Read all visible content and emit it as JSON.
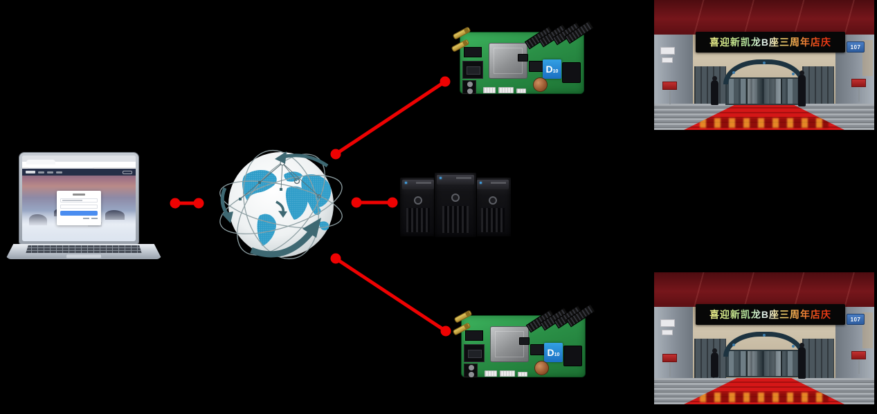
{
  "diagram": {
    "kind": "led-cloud-control-topology",
    "nodes": {
      "laptop": "control-pc-browser-login",
      "internet": "internet-globe",
      "server": "cloud-media-server",
      "controller_1": "led-controller-card",
      "controller_2": "led-controller-card",
      "display_1": "led-screen-site-photo",
      "display_2": "led-screen-site-photo"
    },
    "edges": [
      {
        "from": "laptop",
        "to": "internet"
      },
      {
        "from": "internet",
        "to": "controller_1"
      },
      {
        "from": "internet",
        "to": "server"
      },
      {
        "from": "internet",
        "to": "controller_2"
      }
    ]
  },
  "colors": {
    "background": "#000000",
    "link_red": "#ee0202",
    "pcb_green": "#2a8f46",
    "controller_label_blue": "#2a93d8",
    "login_button_blue": "#4a8df0",
    "ceiling_red": "#6b1216",
    "carpet_red": "#c41414",
    "door_plate_blue": "#3f6fae"
  },
  "controllers": [
    {
      "model": "D10",
      "label_main": "D",
      "label_sub": "10"
    },
    {
      "model": "D10",
      "label_main": "D",
      "label_sub": "10"
    }
  ],
  "displays": [
    {
      "led_text": "喜迎新凯龙B座三周年店庆",
      "door_plate": "107"
    },
    {
      "led_text": "喜迎新凯龙B座三周年店庆",
      "door_plate": "107"
    }
  ]
}
